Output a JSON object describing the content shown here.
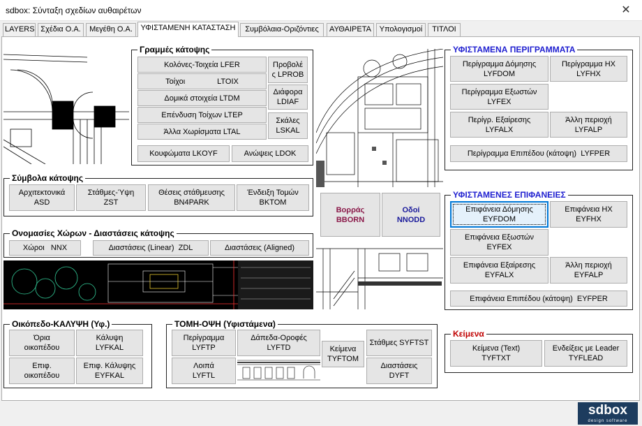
{
  "window": {
    "title": "sdbox: Σύνταξη σχεδίων αυθαιρέτων",
    "close_glyph": "✕"
  },
  "tabs": [
    {
      "label": "LAYERS"
    },
    {
      "label": "Σχέδια Ο.Α."
    },
    {
      "label": "Μεγέθη Ο.Α."
    },
    {
      "label": "ΥΦΙΣΤΑΜΕΝΗ ΚΑΤΑΣΤΑΣΗ"
    },
    {
      "label": "Συμβόλαια-Οριζόντιες"
    },
    {
      "label": "ΑΥΘΑΙΡΕΤΑ"
    },
    {
      "label": "Υπολογισμοί"
    },
    {
      "label": "ΤΙΤΛΟΙ"
    }
  ],
  "groups": {
    "plan_lines": {
      "title": "Γραμμές κάτοψης",
      "buttons": {
        "lfer": "Κολόνες-Τοιχεία LFER",
        "ltoix": "Τοίχοι               LTOIX",
        "ltdm": "Δομικά στοιχεία LTDM",
        "ltep": "Επένδυση Τοίχων LTEP",
        "ltal": "Άλλα Χωρίσματα LTAL",
        "lprob_1": "Προβολέ",
        "lprob_2": "ς LPROB",
        "ldiaf_1": "Διάφορα",
        "ldiaf_2": "LDIAF",
        "lskal_1": "Σκάλες",
        "lskal_2": "LSKAL",
        "lkoyf": "Κουφώματα LKOYF",
        "ldok": "Ανώψεις LDOK"
      }
    },
    "plan_symbols": {
      "title": "Σύμβολα κάτοψης",
      "buttons": {
        "asd_1": "Αρχιτεκτονικά",
        "asd_2": "ASD",
        "zst_1": "Στάθμες-Ύψη",
        "zst_2": "ZST",
        "bn4park_1": "Θέσεις στάθμευσης",
        "bn4park_2": "BN4PARK",
        "bktom_1": "Ένδειξη Τομών",
        "bktom_2": "BKTOM"
      }
    },
    "names_dims": {
      "title": "Ονομασίες Χώρων - Διαστάσεις  κάτοψης",
      "buttons": {
        "nnx": "Χώροι   NNX",
        "zdl": "Διαστάσεις (Linear)  ZDL",
        "aligned": "Διαστάσεις (Aligned)"
      }
    },
    "north_roads": {
      "bborn_1": "Βορράς",
      "bborn_2": "BBORN",
      "nnodd_1": "Οδοί",
      "nnodd_2": "NNODD"
    },
    "outlines": {
      "title": "ΥΦΙΣΤΑΜΕΝΑ ΠΕΡΙΓΡΑΜΜΑΤΑ",
      "buttons": {
        "lyfdom_1": "Περίγραμμα Δόμησης",
        "lyfdom_2": "LYFDOM",
        "lyfhx_1": "Περίγραμμα ΗΧ",
        "lyfhx_2": "LYFHX",
        "lyfex_1": "Περίγραμμα Εξωστών",
        "lyfex_2": "LYFEX",
        "lyfalx_1": "Περίγρ. Εξαίρεσης",
        "lyfalx_2": "LYFALX",
        "lyfalp_1": "Άλλη περιοχή",
        "lyfalp_2": "LYFALP",
        "lyfper": "Περίγραμμα Επιπέδου (κάτοψη)  LYFPER"
      }
    },
    "surfaces": {
      "title": "ΥΦΙΣΤΑΜΕΝΕΣ ΕΠΙΦΑΝΕΙΕΣ",
      "buttons": {
        "eyfdom_1": "Επιφάνεια Δόμησης",
        "eyfdom_2": "EYFDOM",
        "eyfhx_1": "Επιφάνεια ΗΧ",
        "eyfhx_2": "EYFHX",
        "eyfex_1": "Επιφάνεια Εξωστών",
        "eyfex_2": "EYFEX",
        "eyfalx_1": "Επιφάνεια Εξαίρεσης",
        "eyfalx_2": "EYFALX",
        "eyfalp_1": "Άλλη περιοχή",
        "eyfalp_2": "EYFALP",
        "eyfper": "Επιφάνεια Επιπέδου (κάτοψη)  EYFPER"
      }
    },
    "plot": {
      "title": "Οικόπεδο-ΚΑΛΥΨΗ (Υφ.)",
      "buttons": {
        "oria_1": "Όρια",
        "oria_2": "οικοπέδου",
        "lyfkal_1": "Κάλυψη",
        "lyfkal_2": "LYFKAL",
        "epif_1": "Επιφ.",
        "epif_2": "οικοπέδου",
        "eyfkal_1": "Επιφ. Κάλυψης",
        "eyfkal_2": "EYFKAL"
      }
    },
    "section": {
      "title": "ΤΟΜΗ-ΟΨΗ  (Υφιστάμενα)",
      "buttons": {
        "lyftp_1": "Περίγραμμα",
        "lyftp_2": "LYFTP",
        "lyftd_1": "Δάπεδα-Οροφές",
        "lyftd_2": "LYFTD",
        "lyftl_1": "Λοιπά",
        "lyftl_2": "LYFTL",
        "tyftom_1": "Κείμενα",
        "tyftom_2": "TYFTOM",
        "syftst": "Στάθμες SYFTST",
        "dyft_1": "Διαστάσεις",
        "dyft_2": "DYFT"
      }
    },
    "texts": {
      "title": "Κείμενα",
      "buttons": {
        "tyftxt_1": "Κείμενα (Text)",
        "tyftxt_2": "TYFTXT",
        "tyflead_1": "Ενδείξεις με Leader",
        "tyflead_2": "TYFLEAD"
      }
    }
  },
  "logo": {
    "text": "sdbox",
    "sub": "design software"
  },
  "colors": {
    "accent_blue": "#1f1fd0",
    "accent_red": "#c00000",
    "focus": "#0078d7",
    "maroon": "#8b1a4a",
    "navy": "#1a1a9b"
  }
}
